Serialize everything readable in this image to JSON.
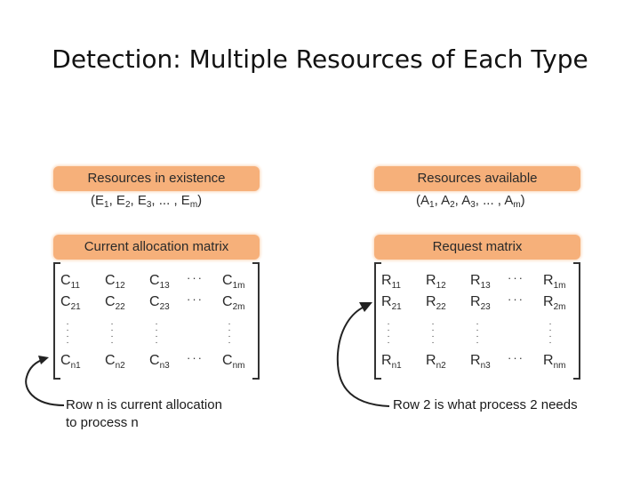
{
  "title": "Detection: Multiple Resources of Each Type",
  "left": {
    "box1": "Resources in existence",
    "vector": {
      "letter": "E",
      "subs": [
        "1",
        "2",
        "3"
      ],
      "last_sub": "m"
    },
    "box2": "Current allocation matrix",
    "matrix": {
      "letter": "C",
      "rows": [
        [
          "11",
          "12",
          "13",
          "1m"
        ],
        [
          "21",
          "22",
          "23",
          "2m"
        ],
        [
          "n1",
          "n2",
          "n3",
          "nm"
        ]
      ]
    },
    "caption_line1": "Row n is current allocation",
    "caption_line2": "to process n"
  },
  "right": {
    "box1": "Resources available",
    "vector": {
      "letter": "A",
      "subs": [
        "1",
        "2",
        "3"
      ],
      "last_sub": "m"
    },
    "box2": "Request matrix",
    "matrix": {
      "letter": "R",
      "rows": [
        [
          "11",
          "12",
          "13",
          "1m"
        ],
        [
          "21",
          "22",
          "23",
          "2m"
        ],
        [
          "n1",
          "n2",
          "n3",
          "nm"
        ]
      ]
    },
    "caption": "Row 2 is what process 2 needs"
  },
  "ellipsis": "...",
  "colors": {
    "label_box": "#f6b07a"
  }
}
